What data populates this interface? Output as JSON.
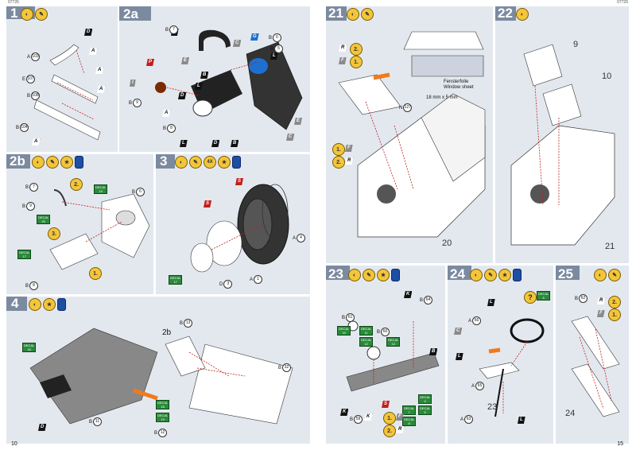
{
  "header": {
    "left_code": "07726",
    "right_code": "07726"
  },
  "pages": {
    "left": "10",
    "right": "15"
  },
  "steps": {
    "s1": {
      "label": "1",
      "parts": [
        "D",
        "A",
        "A",
        "A",
        "A"
      ],
      "nums": [
        "A",
        "E",
        "B",
        "B"
      ]
    },
    "s2a": {
      "label": "2a"
    },
    "s2b": {
      "label": "2b",
      "subs": [
        "2.",
        "3.",
        "1."
      ],
      "decals": [
        "19",
        "20",
        "17"
      ]
    },
    "s3": {
      "label": "3",
      "count": "4X",
      "decal": "17"
    },
    "s4": {
      "label": "4",
      "sub": "2b",
      "decal": "16",
      "decals2": [
        "18",
        "19"
      ]
    },
    "s21": {
      "label": "21",
      "subs": [
        "2.",
        "1.",
        "1.",
        "2."
      ],
      "note_de": "Fensterfolie",
      "note_en": "Window sheet",
      "dim": "18 mm x 5 mm",
      "part_no": "20"
    },
    "s22": {
      "label": "22",
      "parts": [
        "9",
        "10",
        "21"
      ]
    },
    "s23": {
      "label": "23",
      "subs": [
        "1.",
        "2."
      ],
      "decals": [
        "10",
        "11",
        "12",
        "13",
        "4",
        "5",
        "7",
        "8"
      ]
    },
    "s24": {
      "label": "24",
      "part": "23",
      "decal": "6"
    },
    "s25": {
      "label": "25",
      "subs": [
        "2.",
        "1."
      ],
      "part": "24"
    }
  },
  "colors": {
    "panel": "#e3e8ef",
    "frame": "#7c8aa0",
    "accent_red": "#c0201c",
    "accent_yellow": "#f3c53a"
  },
  "icons": [
    "glue-icon",
    "brush-icon",
    "paint-icon",
    "decal-icon",
    "repeat-icon",
    "question-icon"
  ]
}
